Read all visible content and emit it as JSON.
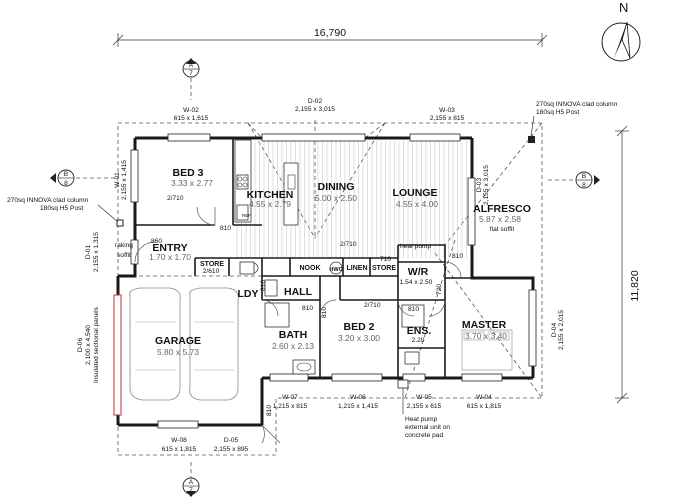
{
  "dimensions": {
    "overall_width": "16,790",
    "overall_depth": "11,820"
  },
  "section_markers": [
    {
      "id": "top",
      "letter": "A",
      "number": "7"
    },
    {
      "id": "bottom",
      "letter": "A",
      "number": "7"
    },
    {
      "id": "left",
      "letter": "B",
      "number": "8"
    },
    {
      "id": "right",
      "letter": "B",
      "number": "8"
    }
  ],
  "north": {
    "label": "N"
  },
  "rooms": {
    "bed3": {
      "name": "BED 3",
      "size": "3.33 x 2.77"
    },
    "kitchen": {
      "name": "KITCHEN",
      "size": "4.55 x 2.79"
    },
    "dining": {
      "name": "DINING",
      "size": "5.00 x 2.50"
    },
    "lounge": {
      "name": "LOUNGE",
      "size": "4.55 x 4.00"
    },
    "alfresco": {
      "name": "ALFRESCO",
      "size": "5.87 x 2.58",
      "note": "flat soffit"
    },
    "entry": {
      "name": "ENTRY",
      "size": "1.70 x 1.70"
    },
    "store1": {
      "name": "STORE",
      "size": "2/610"
    },
    "nook": {
      "name": "NOOK"
    },
    "hwc": {
      "name": "HWC"
    },
    "linen": {
      "name": "LINEN"
    },
    "store2": {
      "name": "STORE"
    },
    "wr": {
      "name": "W/R",
      "size": "1.54 x 2.50"
    },
    "ldy": {
      "name": "LDY"
    },
    "hall": {
      "name": "HALL"
    },
    "garage": {
      "name": "GARAGE",
      "size": "5.80 x 5.73"
    },
    "bath": {
      "name": "BATH",
      "size": "2.60 x 2.13"
    },
    "bed2": {
      "name": "BED 2",
      "size": "3.20 x 3.00"
    },
    "ens": {
      "name": "ENS.",
      "size": "2.20"
    },
    "master": {
      "name": "MASTER",
      "size": "3.70 x 3.40"
    }
  },
  "windows": {
    "w02": {
      "code": "W-02",
      "size": "615 x 1,615"
    },
    "d02": {
      "code": "D-02",
      "size": "2,155 x 3,015"
    },
    "w03": {
      "code": "W-03",
      "size": "2,155 x 815"
    },
    "w01": {
      "code": "W-01",
      "size": "2,155 x 1,415"
    },
    "d01": {
      "code": "D-01",
      "size": "2,155 x 1,315"
    },
    "d03": {
      "code": "D-03",
      "size": "2,155 x 3,015"
    },
    "d04": {
      "code": "D-04",
      "size": "2,155 x 2,015"
    },
    "d06": {
      "code": "D-06",
      "size": "2,100 x 4,540"
    },
    "w07": {
      "code": "W-07",
      "size": "1,215 x 815"
    },
    "w06": {
      "code": "W-06",
      "size": "1,215 x 1,415"
    },
    "w05": {
      "code": "W-05",
      "size": "2,155 x 615"
    },
    "w04": {
      "code": "W-04",
      "size": "615 x 1,815"
    },
    "w08": {
      "code": "W-08",
      "size": "615 x 1,815"
    },
    "d05": {
      "code": "D-05",
      "size": "2,155 x 895"
    }
  },
  "door_sizes": {
    "d1": "810",
    "d2": "860",
    "d3": "810",
    "d4": "810",
    "d5": "810",
    "d6": "810",
    "d7": "710",
    "d8": "720",
    "d9": "810",
    "d10": "810"
  },
  "cavity_labels": {
    "c1": "2/710",
    "c2": "2/710",
    "c3": "2/710"
  },
  "notes": {
    "column_tr_1": "270sq INNOVA clad column",
    "column_tr_2": "180sq H5 Post",
    "column_l_1": "270sq INNOVA clad column",
    "column_l_2": "180sq H5 Post",
    "raking_1": "raking",
    "raking_2": "soffit",
    "heat_pump": "heat pump",
    "d06_note_1": "Insulated sectional panels",
    "heatpump_ext_1": "Heat pump",
    "heatpump_ext_2": "external unit on",
    "heatpump_ext_3": "concrete pad",
    "fridge": "REF"
  }
}
